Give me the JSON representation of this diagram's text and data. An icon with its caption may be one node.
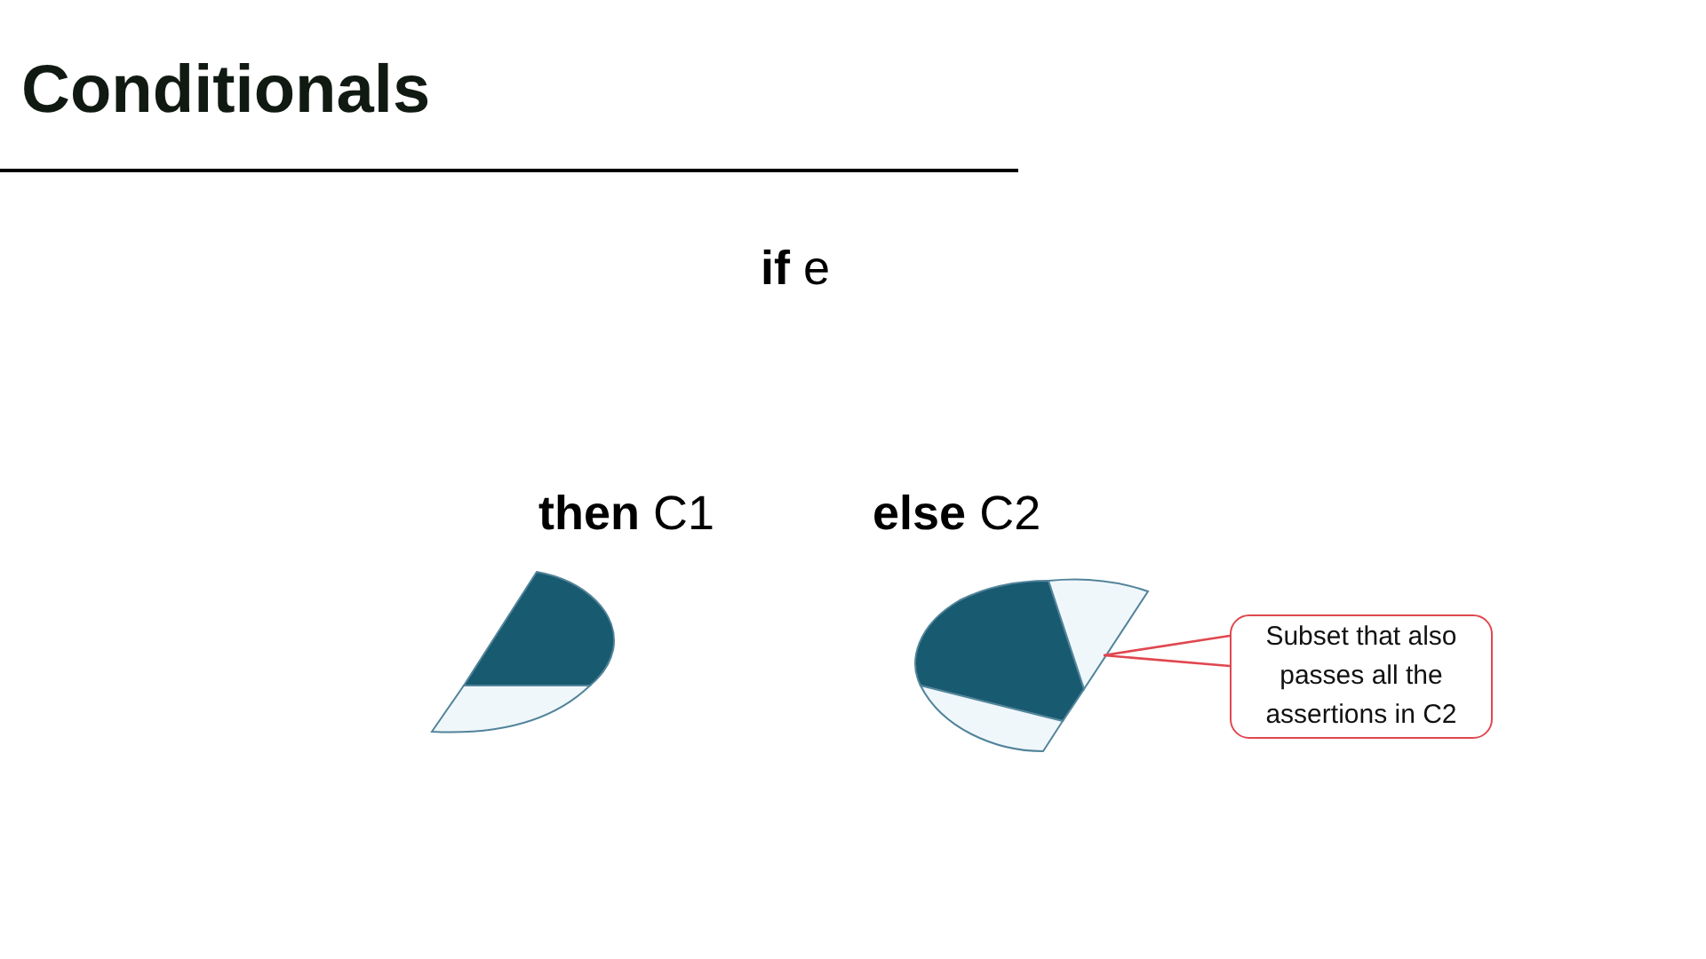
{
  "diagram": {
    "title": "Conditionals",
    "nodes": [
      {
        "text": [],
        "shape": "sector"
      },
      {
        "text": [],
        "shape": "sector"
      },
      {
        "text": [],
        "shape": "sector"
      },
      {
        "text": [],
        "shape": "sector"
      },
      {
        "text": [],
        "shape": "sector"
      },
      {
        "text": [
          "Subset that also passes all the assertions in C2"
        ]
      }
    ],
    "edges": [
      {
        "from": 5,
        "to": 3,
        "arrow": "none"
      }
    ],
    "labels": [
      "**if** e",
      "**then** C1",
      "**else** C2"
    ]
  }
}
